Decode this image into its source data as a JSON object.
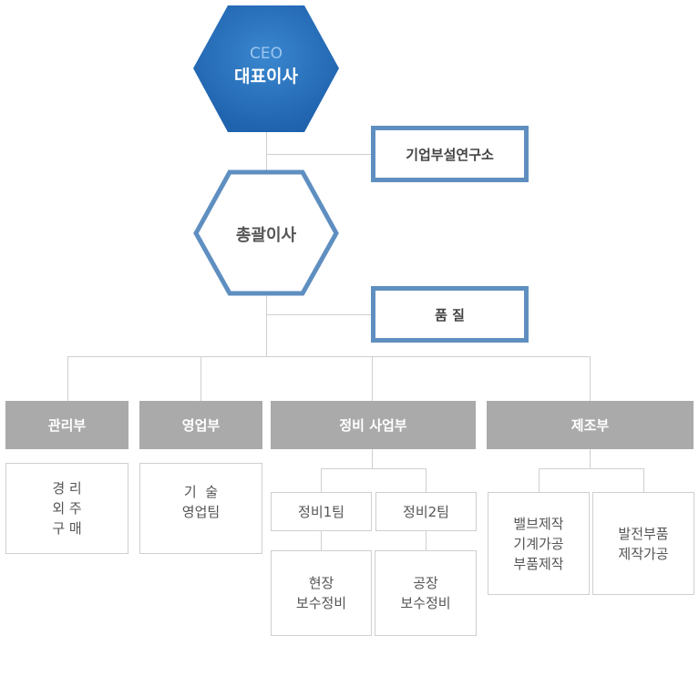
{
  "ceo": {
    "label_en": "CEO",
    "label": "대표이사"
  },
  "lab": {
    "label": "기업부설연구소"
  },
  "gm": {
    "label": "총괄이사"
  },
  "quality": {
    "label": "품 질"
  },
  "departments": [
    {
      "label": "관리부",
      "teams": [
        {
          "lines": [
            "경 리",
            "외 주",
            "구 매"
          ]
        }
      ]
    },
    {
      "label": "영업부",
      "teams": [
        {
          "lines": [
            "기  술",
            "영업팀"
          ]
        }
      ]
    },
    {
      "label": "정비 사업부",
      "teams": [
        {
          "label": "정비1팀",
          "lines": [
            "현장",
            "보수정비"
          ]
        },
        {
          "label": "정비2팀",
          "lines": [
            "공장",
            "보수정비"
          ]
        }
      ]
    },
    {
      "label": "제조부",
      "teams": [
        {
          "lines": [
            "밸브제작",
            "기계가공",
            "부품제작"
          ]
        },
        {
          "lines": [
            "발전부품",
            "제작가공"
          ]
        }
      ]
    }
  ],
  "colors": {
    "accent": "#5f8fc0",
    "ceo_fill": "#2b74bf",
    "dept_fill": "#aaaaaa",
    "line": "#cfcfcf"
  }
}
